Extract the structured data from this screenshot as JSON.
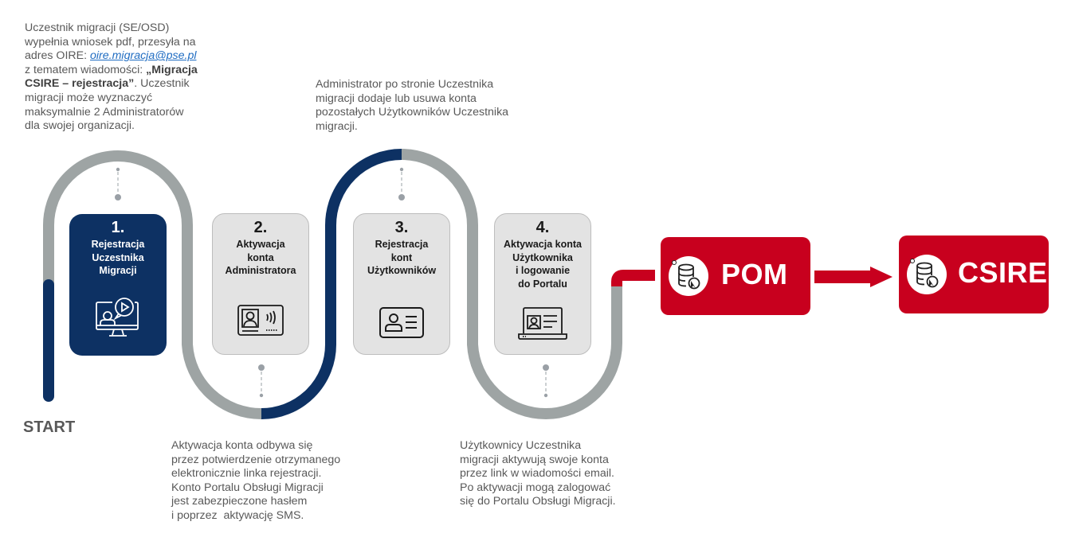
{
  "colors": {
    "navy": "#0d3163",
    "gray_path": "#9ea4a4",
    "card_gray": "#e3e3e3",
    "red": "#c8001e",
    "text": "#595959",
    "link": "#1f6cc2"
  },
  "start_label": "START",
  "descriptions": {
    "step1": {
      "line1": "Uczestnik migracji (SE/OSD)",
      "line2": "wypełnia wniosek pdf, przesyła na",
      "line3_prefix": "adres OIRE: ",
      "email": "oire.migracja@pse.pl",
      "line4_prefix": "z tematem wiadomości: ",
      "subject_bold_1": "„Migracja",
      "subject_bold_2": "CSIRE – rejestracja”",
      "line5_suffix": ". Uczestnik",
      "line6": "migracji może wyznaczyć",
      "line7": "maksymalnie 2 Administratorów",
      "line8": "dla swojej organizacji."
    },
    "step2": [
      "Aktywacja konta odbywa się",
      "przez potwierdzenie otrzymanego",
      "elektronicznie linka rejestracji.",
      "Konto Portalu Obsługi Migracji",
      "jest zabezpieczone hasłem",
      "i poprzez  aktywację SMS."
    ],
    "step3": [
      "Administrator po stronie Uczestnika",
      "migracji dodaje lub usuwa konta",
      "pozostałych Użytkowników Uczestnika",
      "migracji."
    ],
    "step4": [
      "Użytkownicy Uczestnika",
      "migracji aktywują swoje konta",
      "przez link w wiadomości email.",
      "Po aktywacji mogą zalogować",
      "się do Portalu Obsługi Migracji."
    ]
  },
  "steps": [
    {
      "number": "1.",
      "title": "Rejestracja\nUczestnika\nMigracji",
      "icon": "video-presentation-icon",
      "state": "active"
    },
    {
      "number": "2.",
      "title": "Aktywacja\nkonta\nAdministratora",
      "icon": "id-card-nfc-icon",
      "state": "inactive"
    },
    {
      "number": "3.",
      "title": "Rejestracja\nkont\nUżytkowników",
      "icon": "user-card-icon",
      "state": "inactive"
    },
    {
      "number": "4.",
      "title": "Aktywacja konta\nUżytkownika\ni logowanie\ndo Portalu",
      "icon": "laptop-profile-icon",
      "state": "inactive"
    }
  ],
  "systems": [
    {
      "label": "POM",
      "icon": "database-sync-icon"
    },
    {
      "label": "CSIRE",
      "icon": "database-sync-icon"
    }
  ]
}
